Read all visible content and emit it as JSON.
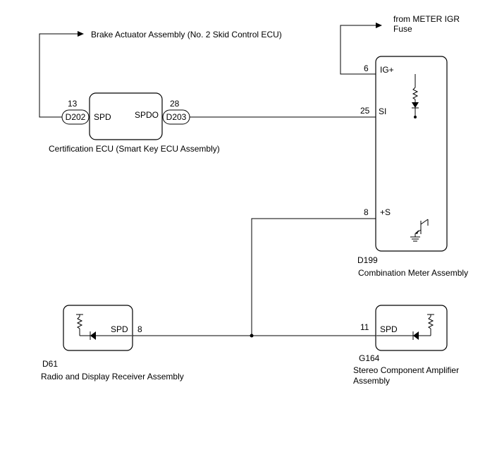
{
  "labels": {
    "brake_actuator": "Brake Actuator Assembly (No. 2 Skid Control ECU)",
    "from_meter_line1": "from METER IGR",
    "from_meter_line2": "Fuse",
    "cert_ecu": "Certification ECU (Smart Key ECU Assembly)",
    "combo_meter_code": "D199",
    "combo_meter_name": "Combination Meter Assembly",
    "radio_code": "D61",
    "radio_name": "Radio and Display Receiver Assembly",
    "amp_code": "G164",
    "amp_name_line1": "Stereo Component Amplifier",
    "amp_name_line2": "Assembly"
  },
  "connectors": {
    "d202": "D202",
    "d203": "D203"
  },
  "pins": {
    "cert_left": "13",
    "cert_right": "28",
    "meter_igplus": "6",
    "meter_si": "25",
    "meter_plus_s": "8",
    "radio_spd": "8",
    "amp_spd": "11"
  },
  "terminals": {
    "cert_spd": "SPD",
    "cert_spdo": "SPDO",
    "meter_igplus": "IG+",
    "meter_si": "SI",
    "meter_plus_s": "+S",
    "radio_spd": "SPD",
    "amp_spd": "SPD"
  }
}
